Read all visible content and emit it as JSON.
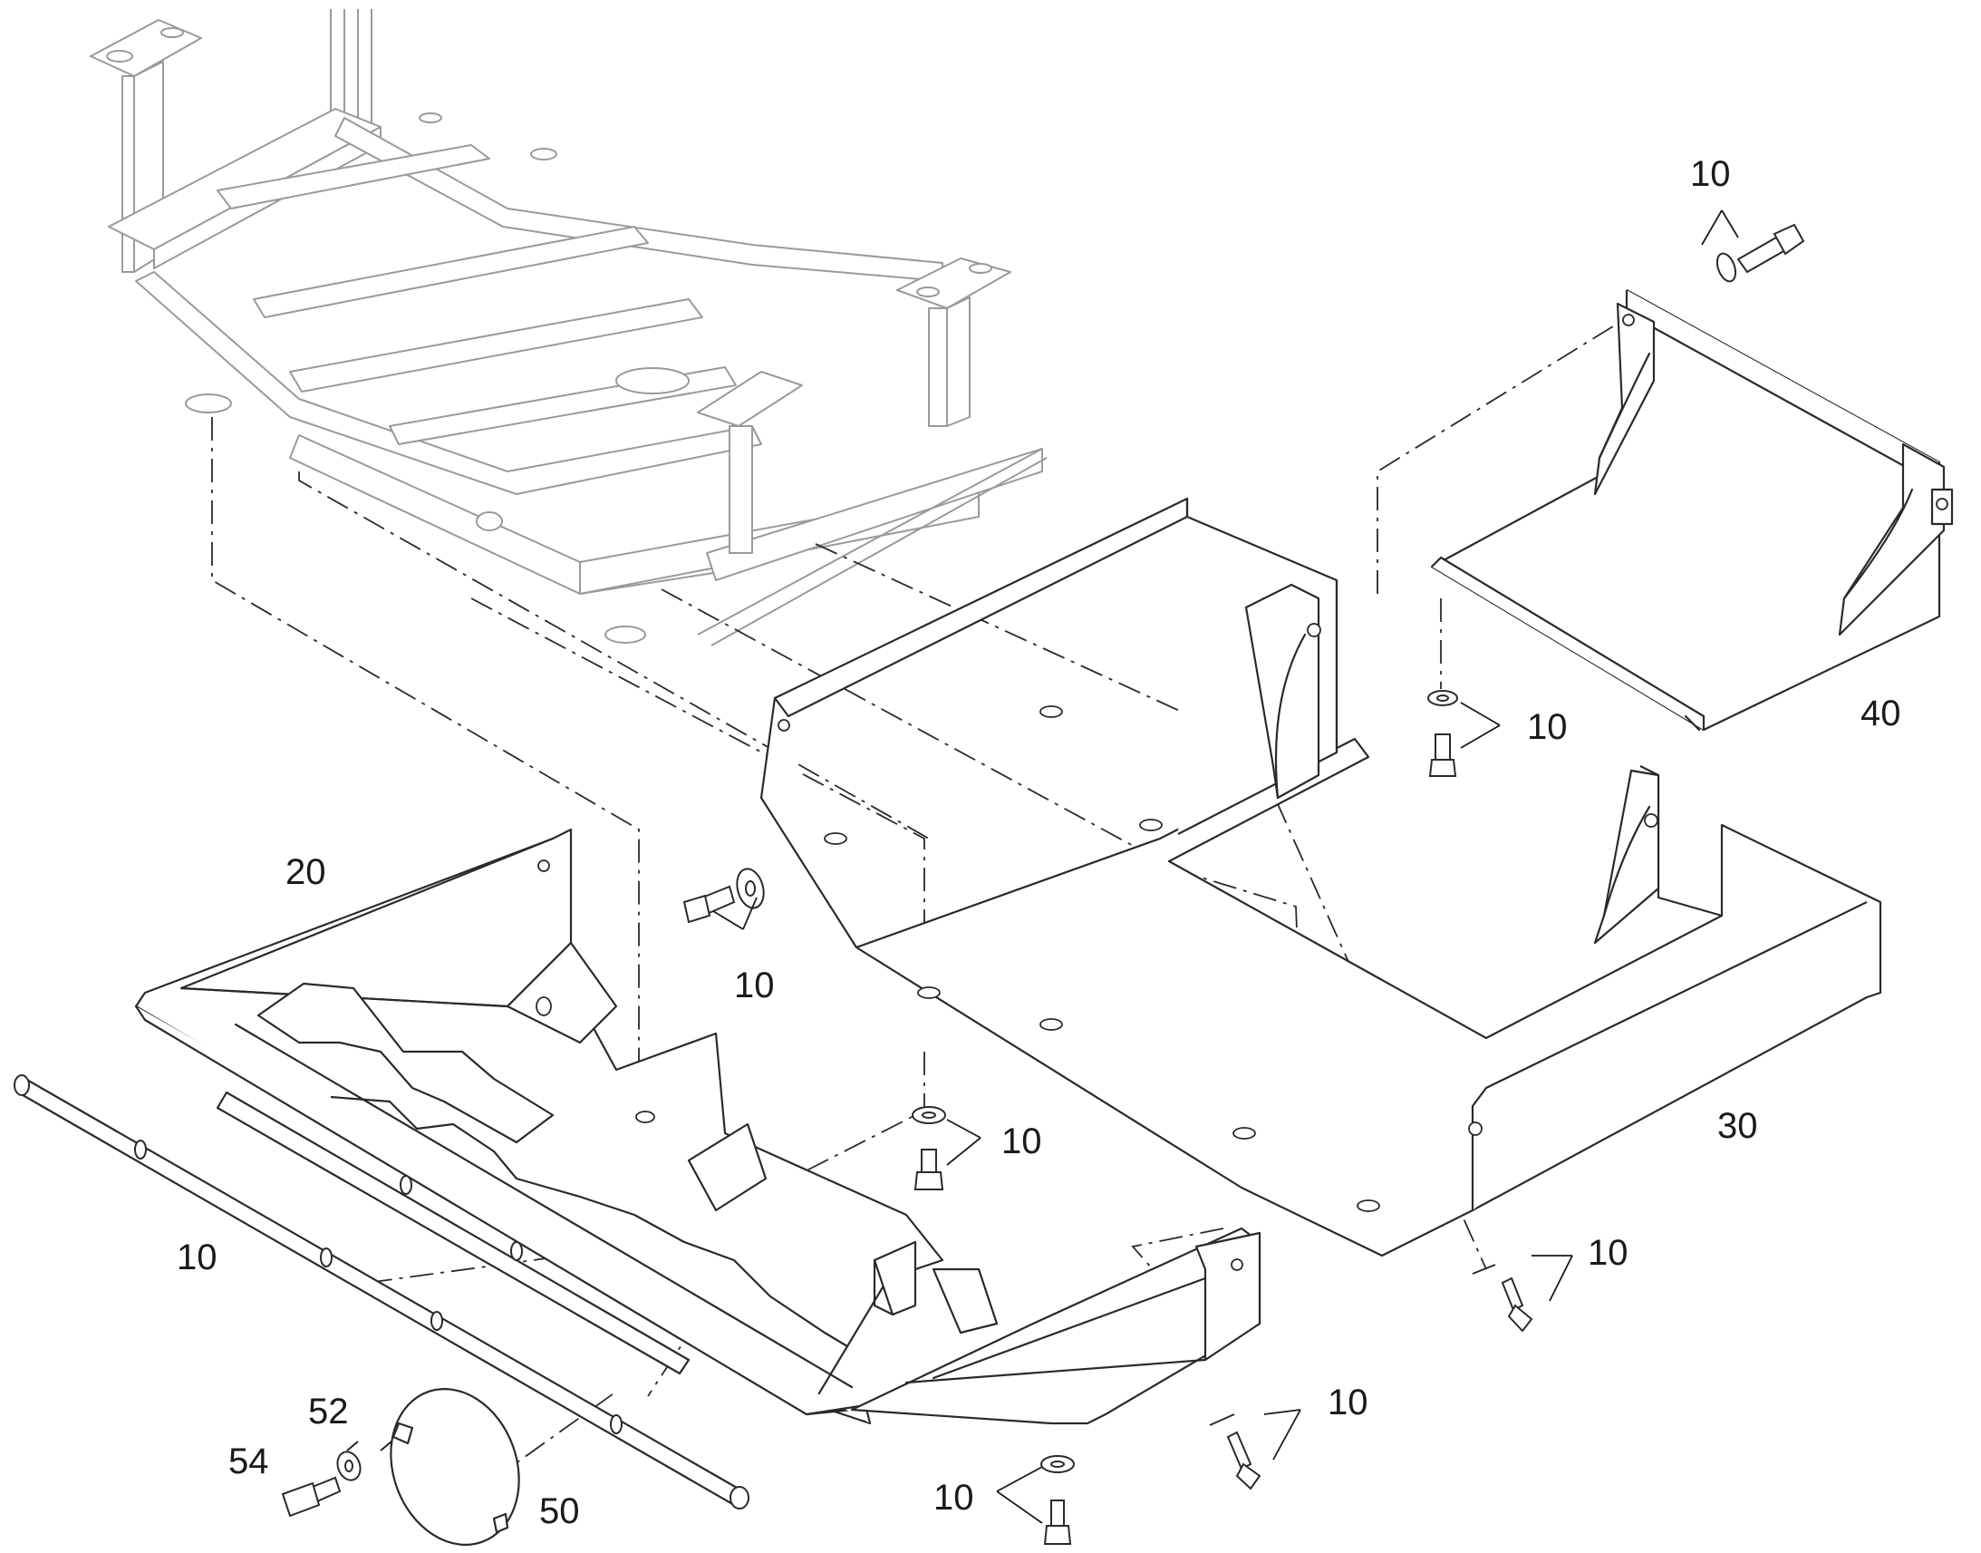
{
  "callouts": [
    {
      "id": "c-10-top",
      "text": "10"
    },
    {
      "id": "c-10-right-upper",
      "text": "10"
    },
    {
      "id": "c-40",
      "text": "40"
    },
    {
      "id": "c-20",
      "text": "20"
    },
    {
      "id": "c-10-mid",
      "text": "10"
    },
    {
      "id": "c-10-center",
      "text": "10"
    },
    {
      "id": "c-30",
      "text": "30"
    },
    {
      "id": "c-10-left",
      "text": "10"
    },
    {
      "id": "c-10-right-lower",
      "text": "10"
    },
    {
      "id": "c-10-bottom-center",
      "text": "10"
    },
    {
      "id": "c-10-bottom",
      "text": "10"
    },
    {
      "id": "c-52",
      "text": "52"
    },
    {
      "id": "c-54",
      "text": "54"
    },
    {
      "id": "c-50",
      "text": "50"
    }
  ]
}
